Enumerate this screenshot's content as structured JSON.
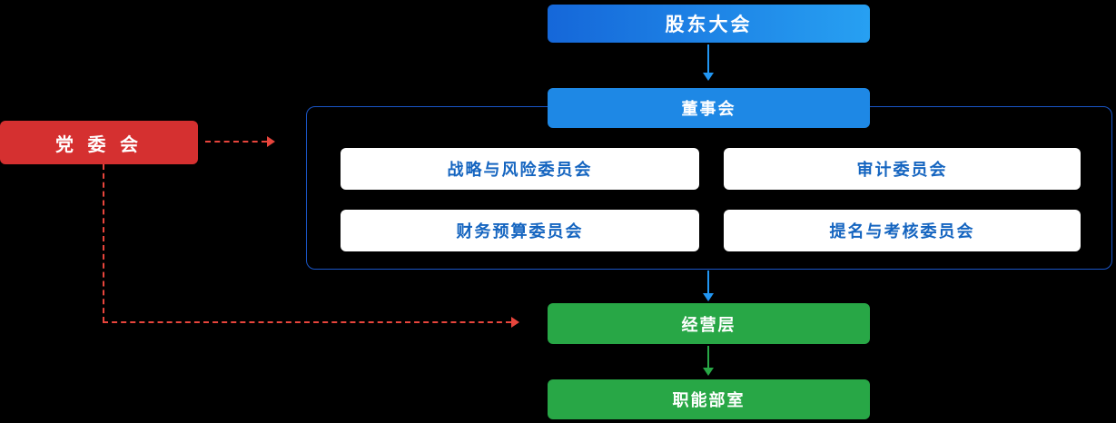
{
  "diagram": {
    "type": "org-chart",
    "background": "#000000",
    "nodes": {
      "shareholders": {
        "label": "股东大会"
      },
      "board": {
        "label": "董事会"
      },
      "committees": [
        {
          "label": "战略与风险委员会"
        },
        {
          "label": "审计委员会"
        },
        {
          "label": "财务预算委员会"
        },
        {
          "label": "提名与考核委员会"
        }
      ],
      "management": {
        "label": "经营层"
      },
      "departments": {
        "label": "职能部室"
      },
      "party": {
        "label": "党 委 会"
      }
    },
    "edges": [
      {
        "from": "shareholders",
        "to": "board",
        "style": "solid",
        "color": "#2196f3"
      },
      {
        "from": "board-group",
        "to": "management",
        "style": "solid",
        "color": "#2196f3"
      },
      {
        "from": "management",
        "to": "departments",
        "style": "solid",
        "color": "#28a746"
      },
      {
        "from": "party",
        "to": "board-group",
        "style": "dashed",
        "color": "#e8453c"
      },
      {
        "from": "party",
        "to": "management",
        "style": "dashed",
        "color": "#e8453c"
      }
    ],
    "colors": {
      "blue_gradient_start": "#1567d9",
      "blue_gradient_end": "#27a0f2",
      "blue": "#1e88e5",
      "green": "#28a746",
      "red": "#d53030",
      "red_arrow": "#e8453c",
      "committee_text": "#1565c0",
      "group_border": "#1a56c8",
      "background": "#000000"
    }
  }
}
